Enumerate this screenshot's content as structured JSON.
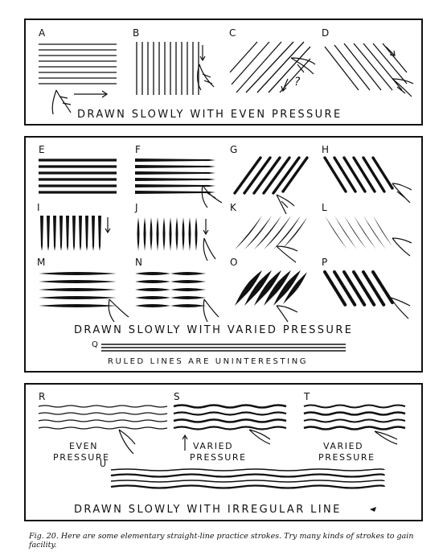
{
  "panel1": {
    "letters": [
      "A",
      "B",
      "C",
      "D"
    ],
    "title": "DRAWN SLOWLY WITH EVEN PRESSURE",
    "mark": "?"
  },
  "panel2": {
    "letters": [
      "E",
      "F",
      "G",
      "H",
      "I",
      "J",
      "K",
      "L",
      "M",
      "N",
      "O",
      "P"
    ],
    "title": "DRAWN SLOWLY WITH VARIED PRESSURE",
    "q_letter": "Q",
    "q_caption": "RULED LINES ARE UNINTERESTING"
  },
  "panel3": {
    "letters": [
      "R",
      "S",
      "T",
      "U"
    ],
    "r_caption_1": "EVEN",
    "r_caption_2": "PRESSURE",
    "s_caption_1": "VARIED",
    "s_caption_2": "PRESSURE",
    "t_caption_1": "VARIED",
    "t_caption_2": "PRESSURE",
    "title": "DRAWN SLOWLY WITH IRREGULAR LINE"
  },
  "caption": "Fig. 20. Here are some elementary straight-line practice strokes. Try many kinds of strokes to gain facility."
}
